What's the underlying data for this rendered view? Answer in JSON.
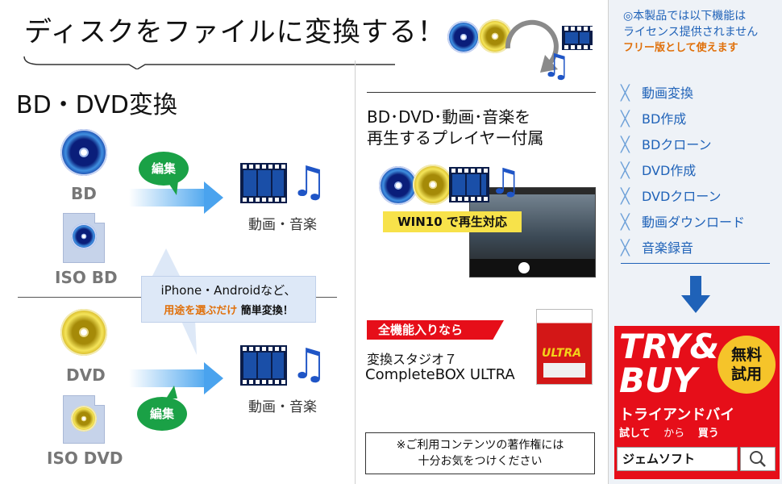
{
  "headline": "ディスクをファイルに変換する！",
  "section_left": {
    "title": "BD・DVD変換",
    "bd_label": "BD",
    "iso_bd_label": "ISO BD",
    "dvd_label": "DVD",
    "iso_dvd_label": "ISO DVD",
    "edit_bubble": "編集",
    "output_label": "動画・音楽",
    "info_line1": "iPhone・Androidなど、",
    "info_line2a": "用途を選ぶだけ",
    "info_line2b": "簡単変換！"
  },
  "section_middle": {
    "player_title_line1": "BD･DVD･動画･音楽を",
    "player_title_line2": "再生するプレイヤー付属",
    "win10_badge": "WIN10 で再生対応",
    "ribbon": "全機能入りなら",
    "product_line1": "変換スタジオ７",
    "product_line2": "CompleteBOX ULTRA",
    "box_text": "ULTRA",
    "notice_line1": "※ご利用コンテンツの著作権には",
    "notice_line2": "十分お気をつけください"
  },
  "section_right": {
    "note_line1": "◎本製品では以下機能は",
    "note_line2": "ライセンス提供されません",
    "note_line3": "フリー版として使えます",
    "features": [
      "動画変換",
      "BD作成",
      "BDクローン",
      "DVD作成",
      "DVDクローン",
      "動画ダウンロード",
      "音楽録音"
    ],
    "try_buy_line1": "TRY&",
    "try_buy_line2": "BUY",
    "free_badge_line1": "無料",
    "free_badge_line2": "試用",
    "katakana_line": "トライアンドバイ",
    "small_line_a": "試して",
    "small_line_b": "から",
    "small_line_c": "買う",
    "search_value": "ジェムソフト"
  },
  "colors": {
    "accent_blue": "#1f62b8",
    "red": "#e60e19",
    "green": "#1aa146",
    "panel_bg": "#eef2f7"
  }
}
